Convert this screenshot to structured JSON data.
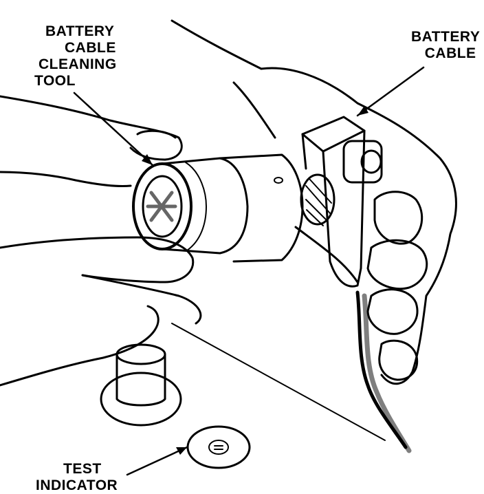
{
  "labels": {
    "cleaning_tool": [
      "BATTERY",
      "CABLE",
      "CLEANING",
      "TOOL"
    ],
    "battery_cable": [
      "BATTERY",
      "CABLE"
    ],
    "test_indicator": [
      "TEST",
      "INDICATOR"
    ]
  }
}
